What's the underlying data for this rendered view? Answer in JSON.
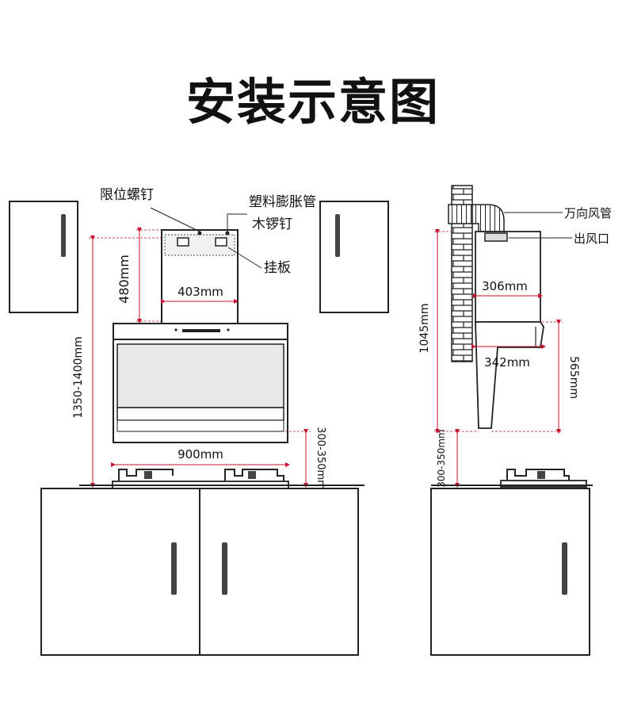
{
  "title": "安装示意图",
  "colors": {
    "dimension": "#c8102e",
    "outline": "#222222",
    "cabinet_fill": "#ffffff",
    "handle": "#444444",
    "hood_glass": "#e9e9e9",
    "brick": "#cfcfcf"
  },
  "labels": {
    "limit_screw": "限位螺钉",
    "plastic_anchor": "塑料膨胀管",
    "wood_screw": "木锣钉",
    "hanging_plate": "挂板",
    "flex_duct": "万向风管",
    "air_outlet": "出风口"
  },
  "dimensions": {
    "plate_height": "480mm",
    "plate_width": "403mm",
    "hood_width": "900mm",
    "install_height": "1350-1400mm",
    "hood_to_stove": "300-350mm",
    "side_total_height": "1045mm",
    "side_depth_top": "306mm",
    "side_depth_mid": "342mm",
    "side_body_height": "565mm",
    "side_to_stove": "300-350mm"
  }
}
